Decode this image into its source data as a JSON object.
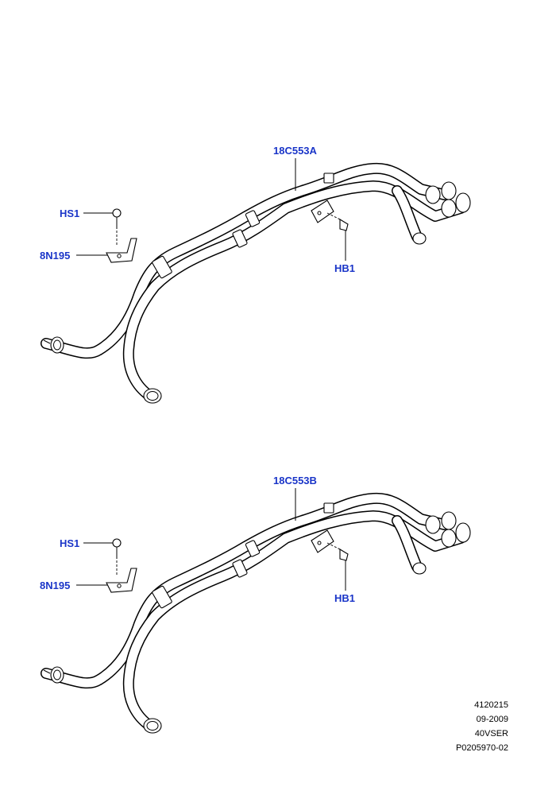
{
  "diagrams": [
    {
      "labels": {
        "main": "18C553A",
        "screw": "HS1",
        "bracket": "8N195",
        "bolt": "HB1"
      }
    },
    {
      "labels": {
        "main": "18C553B",
        "screw": "HS1",
        "bracket": "8N195",
        "bolt": "HB1"
      }
    }
  ],
  "reference": {
    "line1": "4120215",
    "line2": "09-2009",
    "line3": "40VSER",
    "line4": "P0205970-02"
  }
}
